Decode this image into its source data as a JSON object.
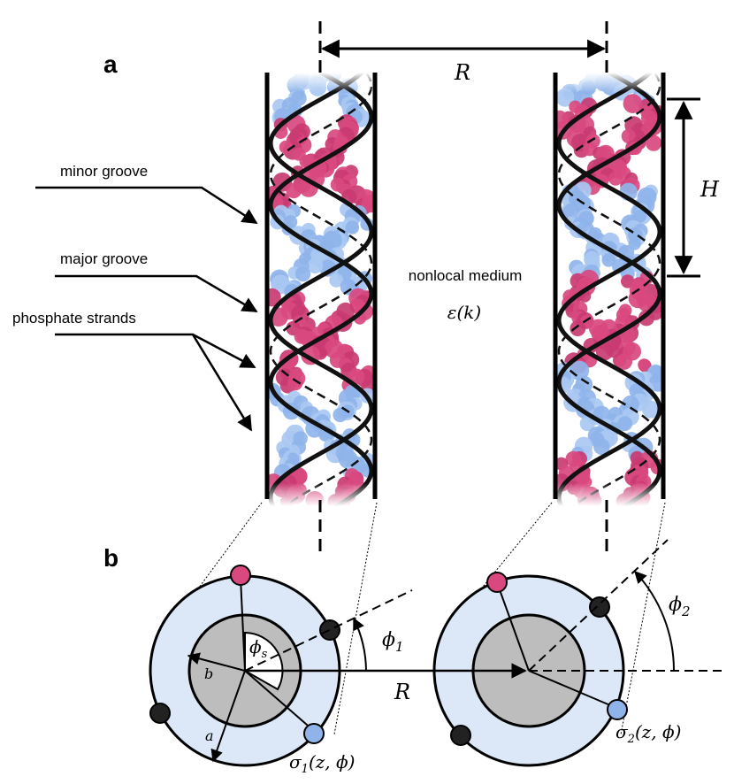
{
  "panels": {
    "a": "a",
    "b": "b"
  },
  "panel_a": {
    "labels": {
      "minor_groove": "minor groove",
      "major_groove": "major groove",
      "phosphate_strands": "phosphate strands",
      "medium_name": "nonlocal medium",
      "epsilon": "ε(k)",
      "R": "R",
      "H": "H"
    }
  },
  "panel_b": {
    "labels": {
      "R": "R",
      "a": "a",
      "b": "b",
      "phi_s": "ϕ",
      "phi_s_sub": "s",
      "phi_1": "ϕ",
      "phi_1_sub": "1",
      "phi_2": "ϕ",
      "phi_2_sub": "2",
      "sigma_1": "σ",
      "sigma_1_sub": "1",
      "sigma_1_args": "(z, ϕ)",
      "sigma_2": "σ",
      "sigma_2_sub": "2",
      "sigma_2_args": "(z, ϕ)"
    }
  },
  "colors": {
    "pink": "#d9497f",
    "blue": "#8fb4ea",
    "light_blue_ring": "#dce8f7",
    "core_gray": "#bdbdbd",
    "dark_phosphate": "#222222"
  }
}
